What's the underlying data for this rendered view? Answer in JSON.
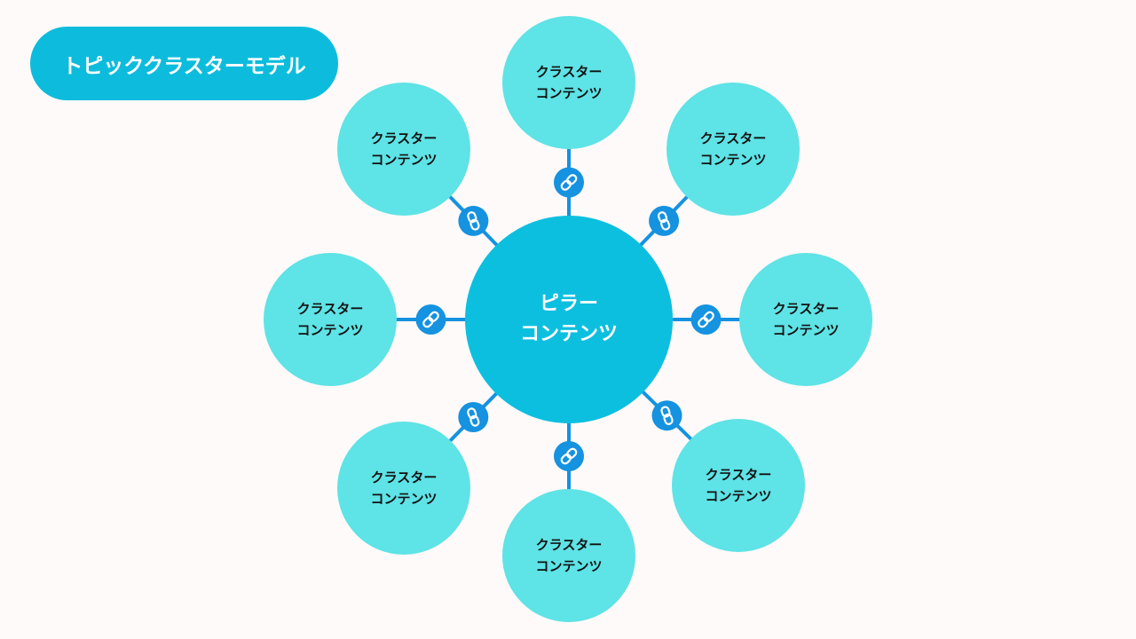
{
  "title": "トピッククラスターモデル",
  "pillar": {
    "line1": "ピラー",
    "line2": "コンテンツ"
  },
  "clusters": [
    {
      "line1": "クラスター",
      "line2": "コンテンツ"
    },
    {
      "line1": "クラスター",
      "line2": "コンテンツ"
    },
    {
      "line1": "クラスター",
      "line2": "コンテンツ"
    },
    {
      "line1": "クラスター",
      "line2": "コンテンツ"
    },
    {
      "line1": "クラスター",
      "line2": "コンテンツ"
    },
    {
      "line1": "クラスター",
      "line2": "コンテンツ"
    },
    {
      "line1": "クラスター",
      "line2": "コンテンツ"
    },
    {
      "line1": "クラスター",
      "line2": "コンテンツ"
    }
  ],
  "link_icon": "link-icon",
  "colors": {
    "background": "#fefaf9",
    "title": "#0dbcdc",
    "pillar": "#0dbfdf",
    "cluster": "#5ee3e6",
    "link": "#1592e0"
  }
}
